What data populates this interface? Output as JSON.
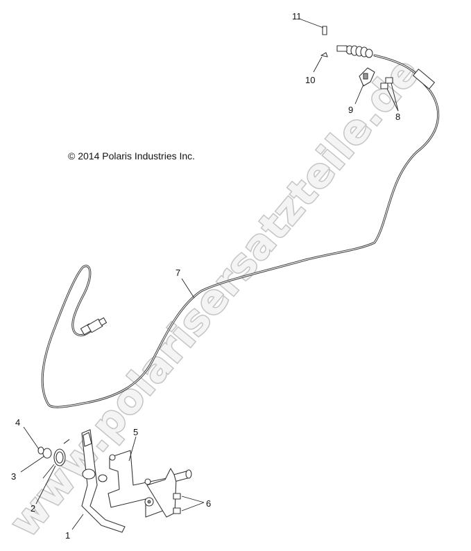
{
  "copyright": "© 2014 Polaris Industries Inc.",
  "watermark": "www.polarisersatzteile.de",
  "callouts": [
    "1",
    "2",
    "3",
    "4",
    "5",
    "6",
    "7",
    "8",
    "9",
    "10",
    "11"
  ]
}
